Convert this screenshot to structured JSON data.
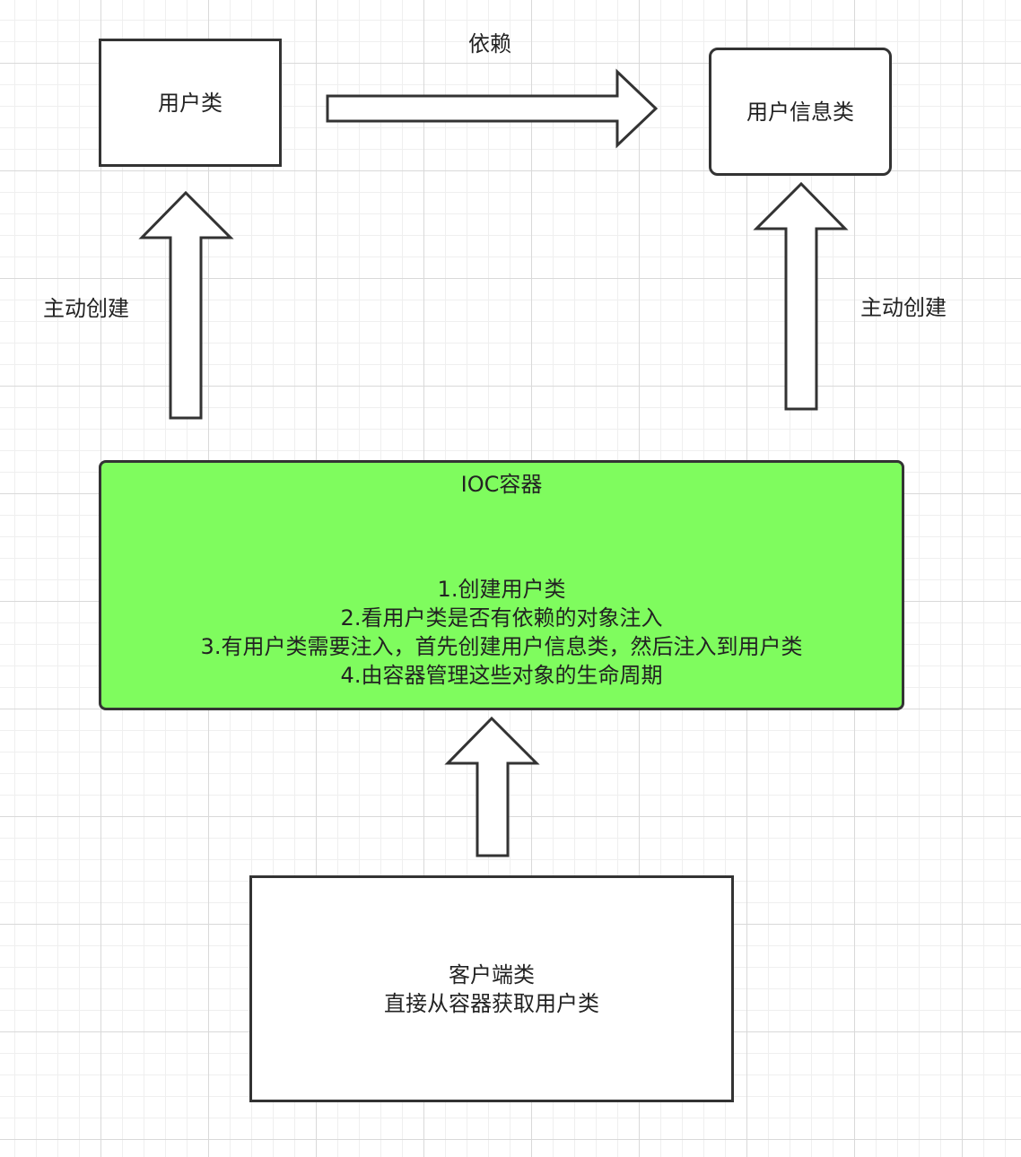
{
  "nodes": {
    "user_class": "用户类",
    "user_info_class": "用户信息类",
    "ioc_container": {
      "title": "IOC容器",
      "steps": [
        "1.创建用户类",
        "2.看用户类是否有依赖的对象注入",
        "3.有用户类需要注入，首先创建用户信息类，然后注入到用户类",
        "4.由容器管理这些对象的生命周期"
      ]
    },
    "client_class": {
      "title": "客户端类",
      "subtitle": "直接从容器获取用户类"
    }
  },
  "edges": {
    "dependency_label": "依赖",
    "create_left_label": "主动创建",
    "create_right_label": "主动创建"
  },
  "colors": {
    "ioc_fill": "#7ffc5e",
    "stroke": "#333333"
  }
}
